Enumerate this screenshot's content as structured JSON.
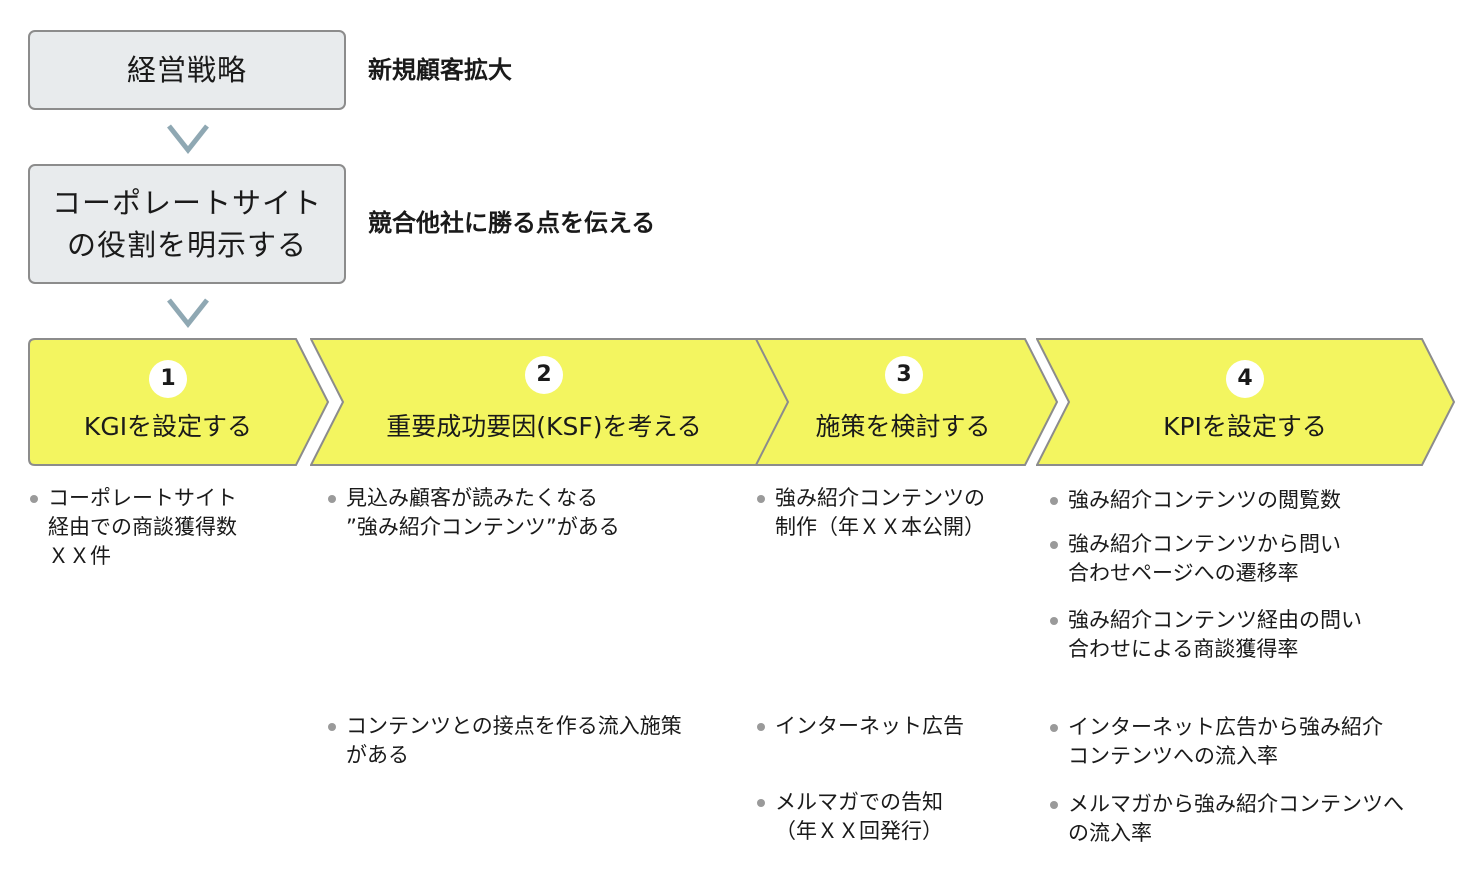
{
  "top_boxes": [
    {
      "label": "経営戦略",
      "note": "新規顧客拡大"
    },
    {
      "label": "コーポレートサイト\nの役割を明示する",
      "note": "競合他社に勝る点を伝える"
    }
  ],
  "steps": [
    {
      "number": "1",
      "title": "KGIを設定する"
    },
    {
      "number": "2",
      "title": "重要成功要因(KSF)を考える"
    },
    {
      "number": "3",
      "title": "施策を検討する"
    },
    {
      "number": "4",
      "title": "KPIを設定する"
    }
  ],
  "bullets": {
    "col1": [
      "コーポレートサイト\n経由での商談獲得数\nＸＸ件"
    ],
    "col2": [
      "見込み顧客が読みたくなる\n”強み紹介コンテンツ”がある",
      "コンテンツとの接点を作る流入施策\nがある"
    ],
    "col3": [
      "強み紹介コンテンツの\n制作（年ＸＸ本公開）",
      "インターネット広告",
      "メルマガでの告知\n（年ＸＸ回発行）"
    ],
    "col4": [
      "強み紹介コンテンツの閲覧数",
      "強み紹介コンテンツから問い\n合わせページへの遷移率",
      "強み紹介コンテンツ経由の問い\n合わせによる商談獲得率",
      "インターネット広告から強み紹介\nコンテンツへの流入率",
      "メルマガから強み紹介コンテンツへ\nの流入率"
    ]
  },
  "colors": {
    "chevron_fill": "#f3f560",
    "chevron_border": "#8c8c8c",
    "box_fill": "#e8ebed",
    "arrow": "#8fa8b3"
  }
}
